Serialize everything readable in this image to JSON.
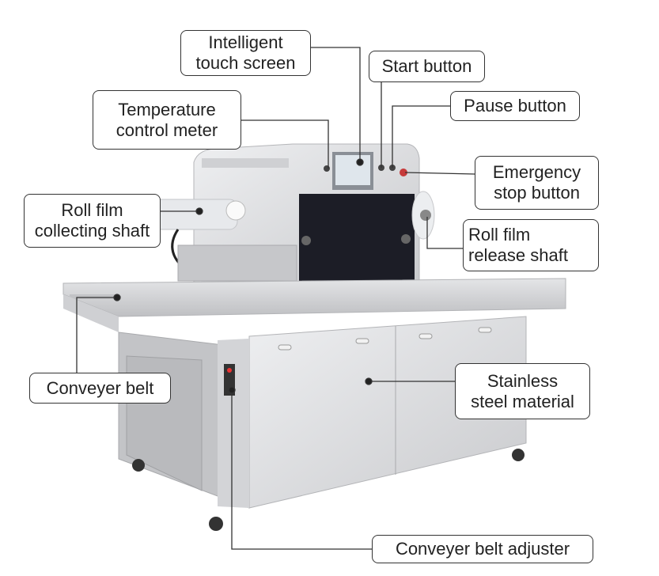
{
  "labels": {
    "touch_screen": "Intelligent\ntouch screen",
    "start_button": "Start button",
    "pause_button": "Pause button",
    "temperature_meter": "Temperature\ncontrol meter",
    "emergency_stop": "Emergency\nstop button",
    "collecting_shaft": "Roll film\ncollecting shaft",
    "release_shaft": "Roll film\nrelease shaft",
    "conveyer_belt": "Conveyer belt",
    "stainless_steel": "Stainless\nsteel material",
    "belt_adjuster": "Conveyer belt adjuster"
  },
  "colors": {
    "steel": "#d9dadc",
    "panel": "#1c1d26",
    "line": "#333333"
  }
}
